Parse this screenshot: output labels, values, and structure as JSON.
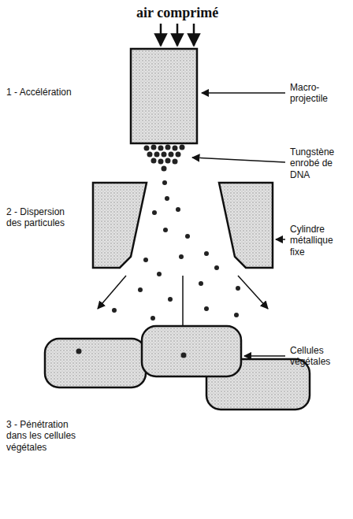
{
  "diagram": {
    "title": "air comprimé",
    "labels": [
      "1 - Accélération",
      "Macro-projectile",
      "Tungstène enrobé de DNA",
      "2 - Dispersion des particules",
      "Cylindre métallique fixe",
      "Cellules végétales",
      "3 - Pénétration dans les cellules végétales"
    ]
  }
}
